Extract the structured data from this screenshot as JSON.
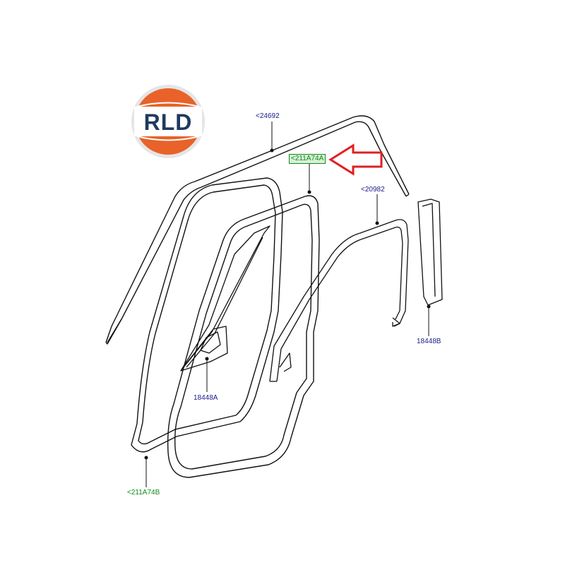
{
  "logo": {
    "text": "RLD",
    "colors": {
      "orange": "#e8622a",
      "ring": "#d8d8d8",
      "text": "#1f3a5f",
      "band": "#ffffff"
    }
  },
  "callouts": {
    "label_24692": "<24692",
    "label_211A74A": "<211A74A",
    "label_20982": "<20982",
    "label_18448B": "18448B",
    "label_18448A": "18448A",
    "label_211A74B": "<211A74B"
  },
  "colors": {
    "callout_blue": "#1a1a8c",
    "callout_green": "#118a1a",
    "callout_green_fill": "#d9f0d9",
    "arrow_red": "#e02020",
    "line": "#111111"
  }
}
